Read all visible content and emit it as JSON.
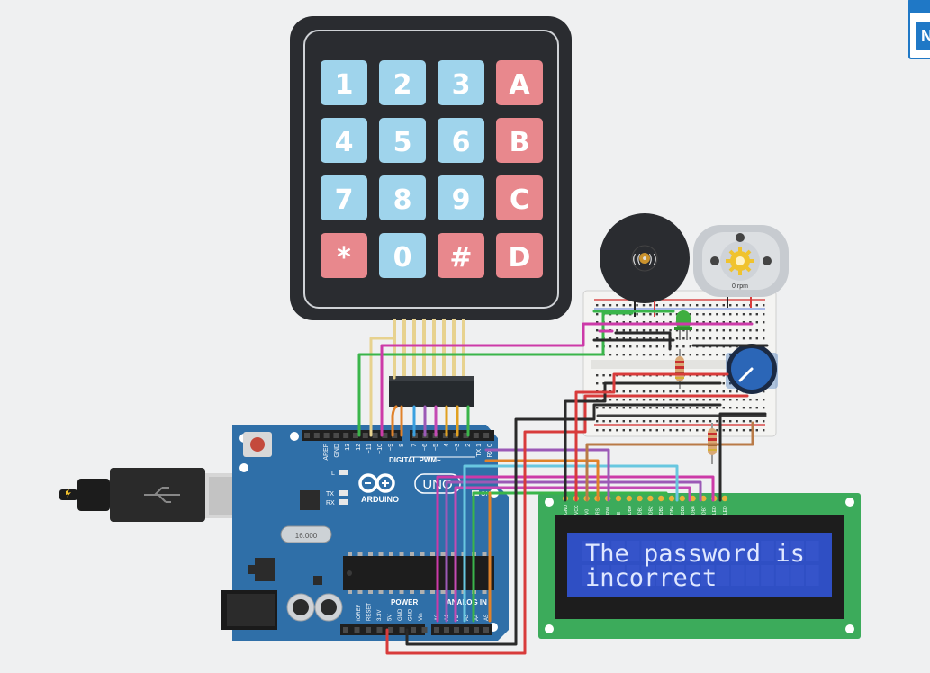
{
  "keypad": {
    "keys": [
      {
        "label": "1",
        "kind": "num"
      },
      {
        "label": "2",
        "kind": "num"
      },
      {
        "label": "3",
        "kind": "num"
      },
      {
        "label": "A",
        "kind": "fn"
      },
      {
        "label": "4",
        "kind": "num"
      },
      {
        "label": "5",
        "kind": "num"
      },
      {
        "label": "6",
        "kind": "num"
      },
      {
        "label": "B",
        "kind": "fn"
      },
      {
        "label": "7",
        "kind": "num"
      },
      {
        "label": "8",
        "kind": "num"
      },
      {
        "label": "9",
        "kind": "num"
      },
      {
        "label": "C",
        "kind": "fn"
      },
      {
        "label": "*",
        "kind": "fn"
      },
      {
        "label": "0",
        "kind": "num"
      },
      {
        "label": "#",
        "kind": "fn"
      },
      {
        "label": "D",
        "kind": "fn"
      }
    ],
    "colors": {
      "num": "#9fd4ec",
      "fn": "#e8888d",
      "frame": "#2a2c30"
    }
  },
  "buzzer": {
    "symbol": "((•))"
  },
  "motor": {
    "speed_label": "0 rpm"
  },
  "arduino": {
    "brand": "ARDUINO",
    "model": "UNO",
    "digital_label": "DIGITAL PWM~",
    "power_label": "POWER",
    "analog_label": "ANALOG IN",
    "led_labels": [
      "L",
      "TX",
      "RX"
    ],
    "on_label": "ON",
    "crystal_label": "16.000",
    "digital_pins": [
      "AREF",
      "GND",
      "13",
      "12",
      "~11",
      "~10",
      "~9",
      "8",
      "7",
      "~6",
      "~5",
      "4",
      "~3",
      "2",
      "TX 1",
      "RX 0"
    ],
    "power_pins": [
      "IOREF",
      "RESET",
      "3.3V",
      "5V",
      "GND",
      "GND",
      "Vin"
    ],
    "analog_pins": [
      "A0",
      "A1",
      "A2",
      "A3",
      "A4",
      "A5"
    ],
    "board_color": "#2f6fa8"
  },
  "lcd": {
    "pins": [
      "GND",
      "VCC",
      "V0",
      "RS",
      "RW",
      "E",
      "DB0",
      "DB1",
      "DB2",
      "DB3",
      "DB4",
      "DB5",
      "DB6",
      "DB7",
      "LED",
      "LED"
    ],
    "line1": "The password is",
    "line2": "incorrect",
    "board_color": "#3cab5b",
    "screen_color": "#2f4fc4"
  },
  "corner_widget": {
    "label": "N"
  }
}
